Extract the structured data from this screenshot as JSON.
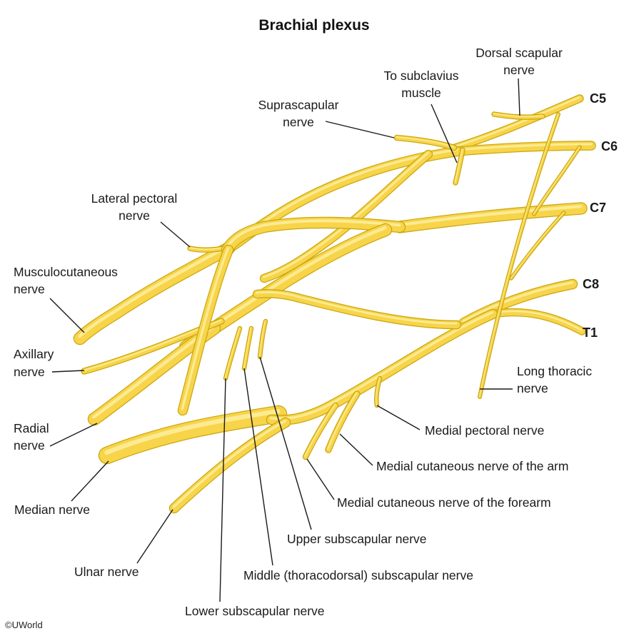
{
  "title": "Brachial plexus",
  "copyright": "©UWorld",
  "colors": {
    "nerve_fill": "#f7d44a",
    "nerve_edge": "#c9a50a",
    "nerve_highlight": "#fdeb93",
    "leader_line": "#1a1a1a",
    "background": "#ffffff"
  },
  "roots": {
    "c5": "C5",
    "c6": "C6",
    "c7": "C7",
    "c8": "C8",
    "t1": "T1"
  },
  "labels": {
    "dorsal_scapular_1": "Dorsal scapular",
    "dorsal_scapular_2": "nerve",
    "subclavius_1": "To subclavius",
    "subclavius_2": "muscle",
    "suprascapular_1": "Suprascapular",
    "suprascapular_2": "nerve",
    "lateral_pectoral_1": "Lateral pectoral",
    "lateral_pectoral_2": "nerve",
    "musculocutaneous_1": "Musculocutaneous",
    "musculocutaneous_2": "nerve",
    "axillary_1": "Axillary",
    "axillary_2": "nerve",
    "radial_1": "Radial",
    "radial_2": "nerve",
    "median": "Median nerve",
    "ulnar": "Ulnar nerve",
    "lower_subscapular": "Lower subscapular nerve",
    "middle_subscapular": "Middle (thoracodorsal) subscapular nerve",
    "upper_subscapular": "Upper subscapular nerve",
    "med_cut_forearm": "Medial cutaneous nerve of the forearm",
    "med_cut_arm": "Medial cutaneous nerve of the arm",
    "medial_pectoral": "Medial pectoral nerve",
    "long_thoracic_1": "Long thoracic",
    "long_thoracic_2": "nerve"
  }
}
